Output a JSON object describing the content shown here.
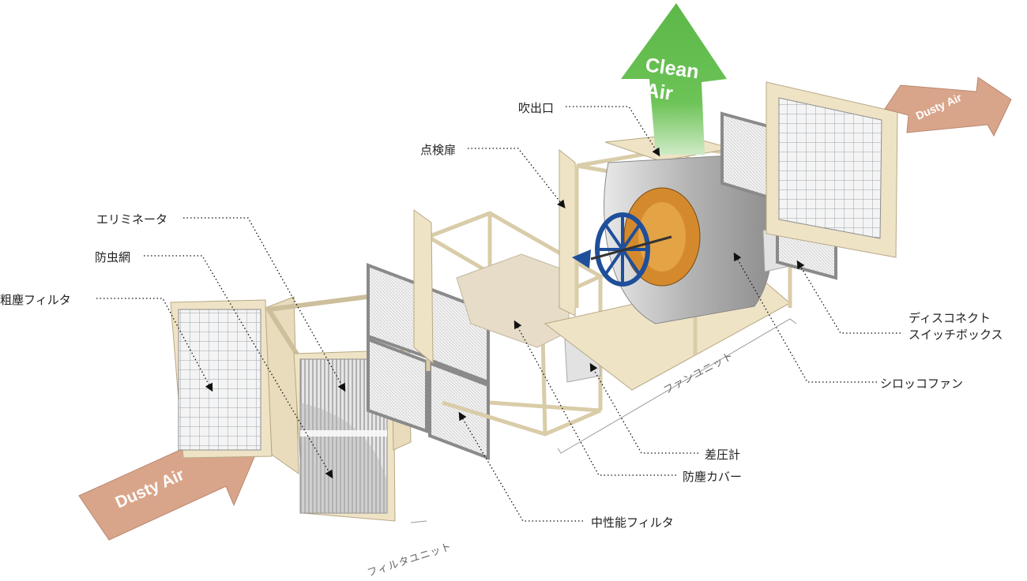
{
  "labels": {
    "outlet": "吹出口",
    "inspection_door": "点検扉",
    "eliminator": "エリミネータ",
    "insect_screen": "防虫網",
    "coarse_filter": "粗塵フィルタ",
    "disconnect_switch_box_line1": "ディスコネクト",
    "disconnect_switch_box_line2": "スイッチボックス",
    "sirocco_fan": "シロッコファン",
    "differential_pressure_gauge": "差圧計",
    "dust_cover": "防塵カバー",
    "medium_filter": "中性能フィルタ"
  },
  "units": {
    "fan_unit": "ファンユニット",
    "filter_unit": "フィルタユニット"
  },
  "arrows": {
    "clean_air_line1": "Clean",
    "clean_air_line2": "Air",
    "dusty_air_left": "Dusty Air",
    "dusty_air_right": "Dusty Air"
  },
  "colors": {
    "clean_air": "#5cb848",
    "dusty_air": "#d9a58a",
    "frame": "#efe3c6",
    "frame_edge": "#b8a886",
    "filter_frame": "#9a9a9a",
    "fan_wheel": "#1f4f9a",
    "fan_core": "#d48a2c"
  }
}
